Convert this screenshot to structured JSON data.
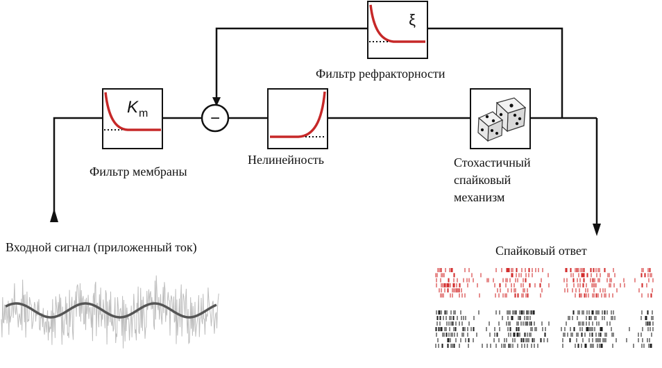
{
  "labels": {
    "membrane_filter": "Фильтр мембраны",
    "membrane_symbol": "K",
    "membrane_subscript": "m",
    "refractory_filter": "Фильтр рефракторности",
    "refractory_symbol": "ξ",
    "nonlinearity": "Нелинейность",
    "stochastic_line1": "Стохастичный",
    "stochastic_line2": "спайковый",
    "stochastic_line3": "механизм",
    "input_signal": "Входной сигнал (приложенный ток)",
    "spike_response": "Спайковый ответ",
    "subtract_symbol": "−"
  },
  "colors": {
    "curve": "#c62828",
    "line": "#111111",
    "noise": "#bdbdbd",
    "signal": "#555555",
    "raster_red": "#d32f2f",
    "raster_black": "#222222"
  },
  "raster": {
    "red_rows": 6,
    "black_rows": 7
  }
}
